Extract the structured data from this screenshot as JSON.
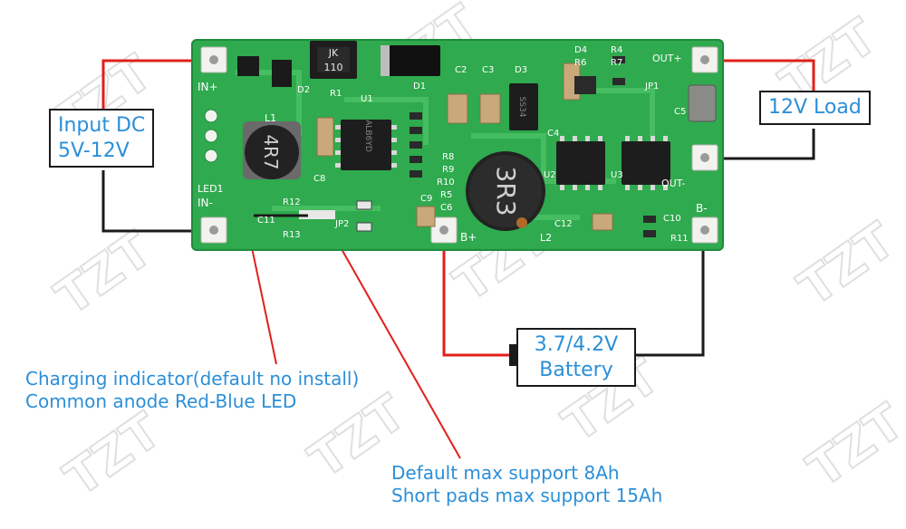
{
  "labels": {
    "input_line1": "Input DC",
    "input_line2": "5V-12V",
    "load": "12V Load",
    "battery_line1": "3.7/4.2V",
    "battery_line2": "Battery",
    "indicator_line1": "Charging indicator(default no install)",
    "indicator_line2": "Common anode Red-Blue LED",
    "support_line1": "Default max support 8Ah",
    "support_line2": "Short pads max support 15Ah"
  },
  "board_marks": {
    "in_plus": "IN+",
    "in_minus": "IN-",
    "out_plus": "OUT+",
    "out_minus": "OUT-",
    "b_plus": "B+",
    "b_minus": "B-",
    "led": "LED1",
    "l1": "L1",
    "l2": "L2",
    "inductor1": "4R7",
    "inductor2": "3R3",
    "diode_code": "JK",
    "diode_num": "110",
    "d1": "D1",
    "d2": "D2",
    "d3": "D3",
    "d4": "D4",
    "r1": "R1",
    "r4": "R4",
    "r6": "R6",
    "r7": "R7",
    "r8": "R8",
    "r9": "R9",
    "r10": "R10",
    "r5": "R5",
    "r12": "R12",
    "r13": "R13",
    "r11": "R11",
    "c6": "C6",
    "c9": "C9",
    "c12": "C12",
    "c10": "C10",
    "c5": "C5",
    "c4": "C4",
    "c3": "C3",
    "c2": "C2",
    "c11": "C11",
    "c8": "C8",
    "u1": "U1",
    "u2": "U2",
    "u3": "U3",
    "jp1": "JP1",
    "jp2": "JP2",
    "chip_mark": "ALB6YD",
    "ic_mark": "SS34"
  },
  "watermark": "TZT",
  "colors": {
    "board": "#2faa4e",
    "board_dark": "#1e8a3c",
    "pad": "#f2f2ee",
    "wire_red": "#e0201a",
    "wire_black": "#1a1a1a",
    "label_blue": "#2b8fd8"
  }
}
